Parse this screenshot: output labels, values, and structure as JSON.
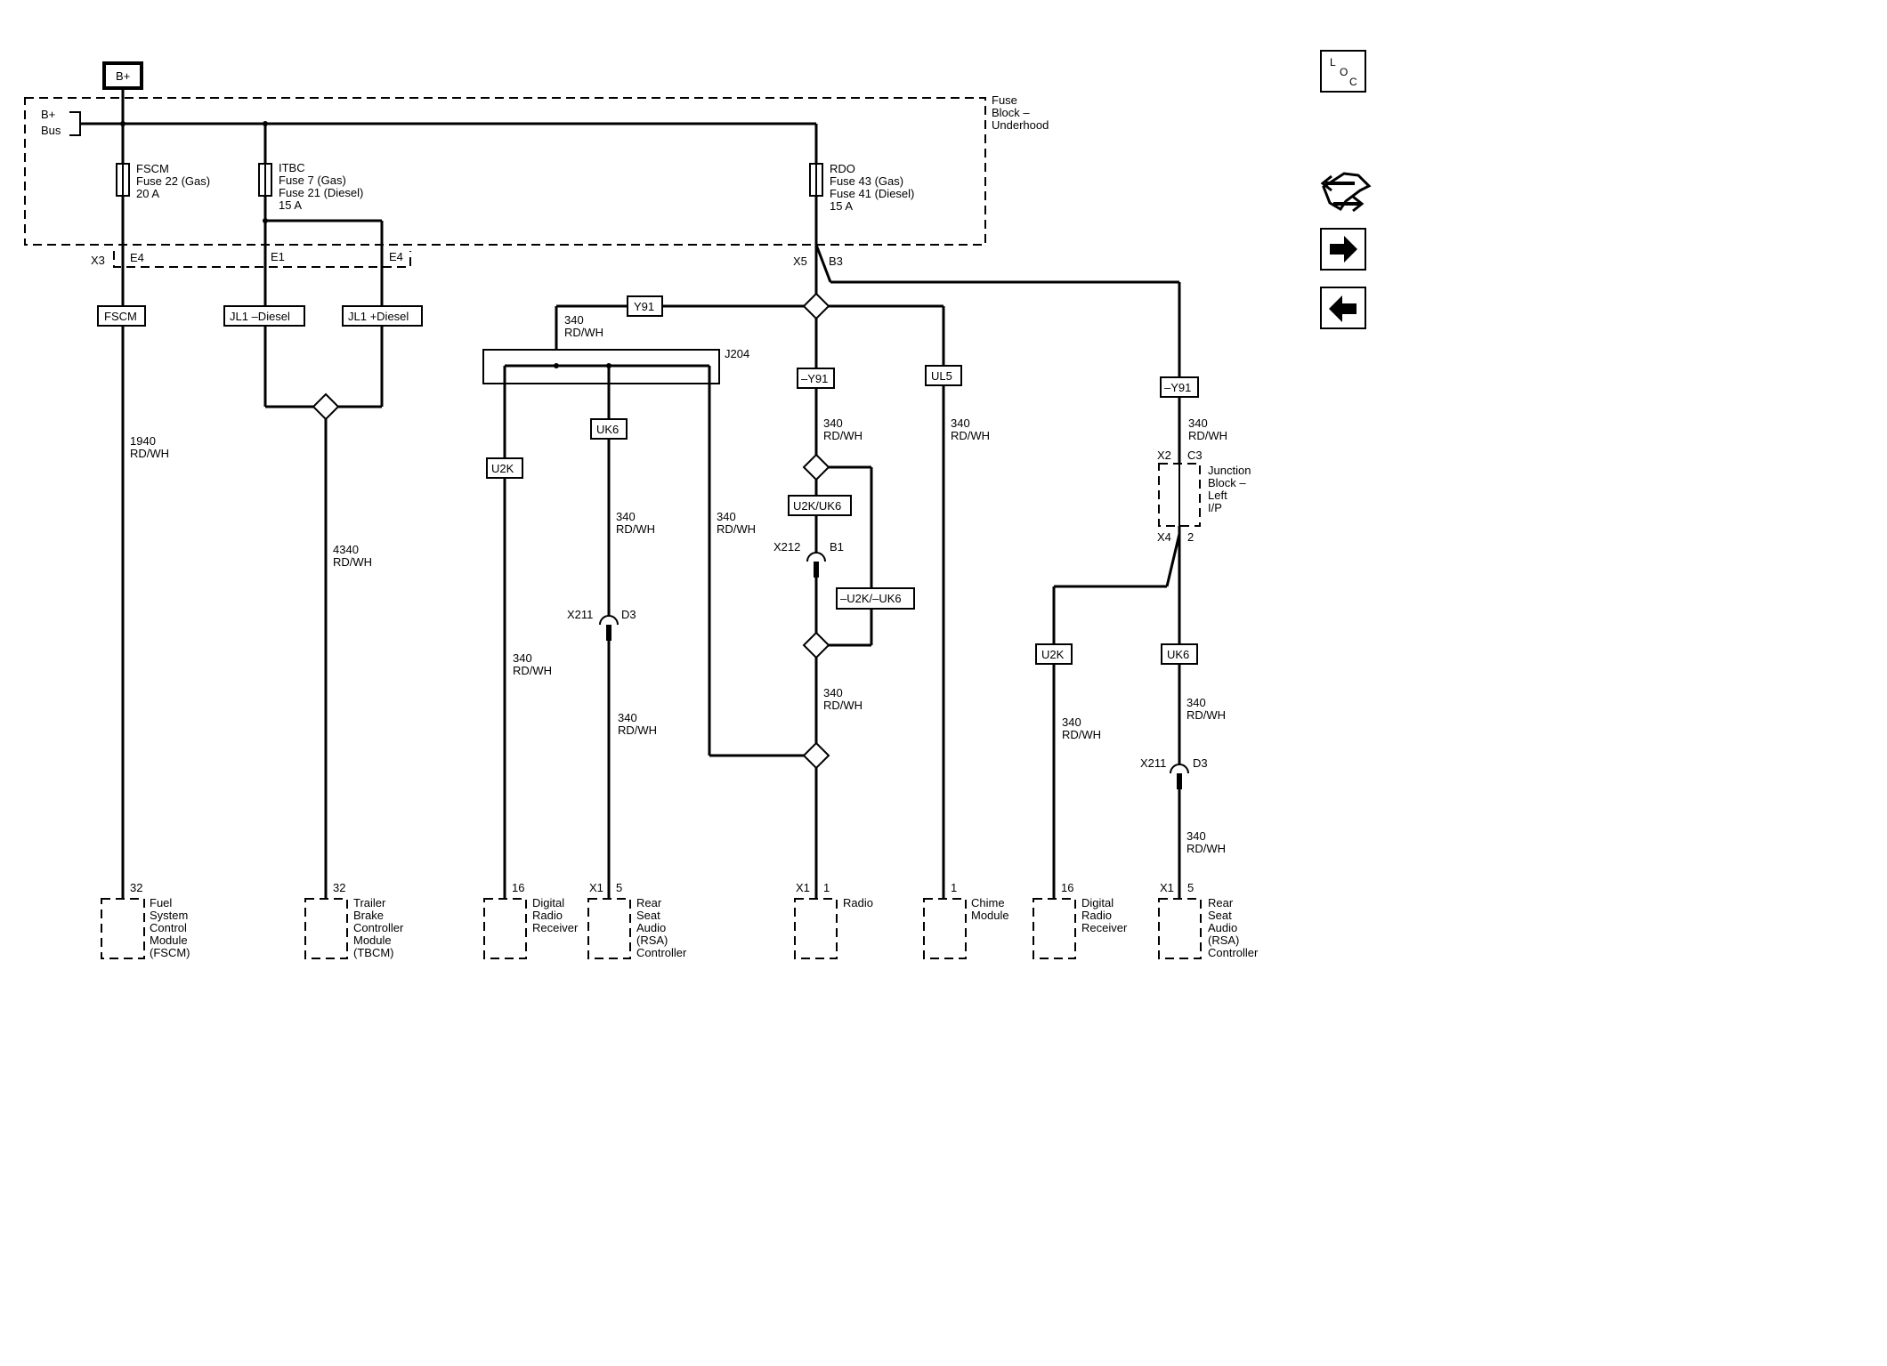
{
  "power": {
    "bplus_label": "B+",
    "bus_line1": "B+",
    "bus_line2": "Bus"
  },
  "fuse_block": {
    "line1": "Fuse",
    "line2": "Block –",
    "line3": "Underhood"
  },
  "fuses": {
    "fscm": {
      "l1": "FSCM",
      "l2": "Fuse 22 (Gas)",
      "l3": "20 A"
    },
    "itbc": {
      "l1": "ITBC",
      "l2": "Fuse 7 (Gas)",
      "l3": "Fuse 21 (Diesel)",
      "l4": "15 A"
    },
    "rdo": {
      "l1": "RDO",
      "l2": "Fuse 43 (Gas)",
      "l3": "Fuse 41 (Diesel)",
      "l4": "15 A"
    }
  },
  "connectors": {
    "x3": "X3",
    "e4a": "E4",
    "e1": "E1",
    "e4b": "E4",
    "x5": "X5",
    "b3": "B3",
    "x212": "X212",
    "b1": "B1",
    "x211a": "X211",
    "d3a": "D3",
    "x211b": "X211",
    "d3b": "D3",
    "x2": "X2",
    "c3": "C3",
    "x4": "X4",
    "pin2": "2",
    "j204": "J204"
  },
  "options": {
    "fscm": "FSCM",
    "jl1_diesel": "JL1 –Diesel",
    "jl1_plus_diesel": "JL1 +Diesel",
    "y91": "Y91",
    "not_y91": "–Y91",
    "ul5": "UL5",
    "not_y91_b": "–Y91",
    "u2k_a": "U2K",
    "uk6_a": "UK6",
    "u2k_uk6": "U2K/UK6",
    "not_u2k_uk6": "–U2K/–UK6",
    "u2k_b": "U2K",
    "uk6_b": "UK6"
  },
  "junction_block": {
    "l1": "Junction",
    "l2": "Block –",
    "l3": "Left",
    "l4": "I/P"
  },
  "wires": {
    "w1940": {
      "num": "1940",
      "color": "RD/WH"
    },
    "w4340": {
      "num": "4340",
      "color": "RD/WH"
    },
    "w340_top": {
      "num": "340",
      "color": "RD/WH"
    },
    "w340_u2k": {
      "num": "340",
      "color": "RD/WH"
    },
    "w340_uk6a": {
      "num": "340",
      "color": "RD/WH"
    },
    "w340_uk6b": {
      "num": "340",
      "color": "RD/WH"
    },
    "w340_mid": {
      "num": "340",
      "color": "RD/WH"
    },
    "w340_radio1": {
      "num": "340",
      "color": "RD/WH"
    },
    "w340_radio2": {
      "num": "340",
      "color": "RD/WH"
    },
    "w340_chime": {
      "num": "340",
      "color": "RD/WH"
    },
    "w340_jb": {
      "num": "340",
      "color": "RD/WH"
    },
    "w340_drr2": {
      "num": "340",
      "color": "RD/WH"
    },
    "w340_rsa2a": {
      "num": "340",
      "color": "RD/WH"
    },
    "w340_rsa2b": {
      "num": "340",
      "color": "RD/WH"
    }
  },
  "modules": {
    "fscm": {
      "pin": "32",
      "l1": "Fuel",
      "l2": "System",
      "l3": "Control",
      "l4": "Module",
      "l5": "(FSCM)"
    },
    "tbcm": {
      "pin": "32",
      "l1": "Trailer",
      "l2": "Brake",
      "l3": "Controller",
      "l4": "Module",
      "l5": "(TBCM)"
    },
    "drr1": {
      "pin": "16",
      "l1": "Digital",
      "l2": "Radio",
      "l3": "Receiver"
    },
    "rsa1": {
      "conn": "X1",
      "pin": "5",
      "l1": "Rear",
      "l2": "Seat",
      "l3": "Audio",
      "l4": "(RSA)",
      "l5": "Controller"
    },
    "radio": {
      "conn": "X1",
      "pin": "1",
      "l1": "Radio"
    },
    "chime": {
      "pin": "1",
      "l1": "Chime",
      "l2": "Module"
    },
    "drr2": {
      "pin": "16",
      "l1": "Digital",
      "l2": "Radio",
      "l3": "Receiver"
    },
    "rsa2": {
      "conn": "X1",
      "pin": "5",
      "l1": "Rear",
      "l2": "Seat",
      "l3": "Audio",
      "l4": "(RSA)",
      "l5": "Controller"
    }
  },
  "nav": {
    "loc_l": "L",
    "loc_o": "O",
    "loc_c": "C",
    "connector_icon": "connector-icon",
    "next_icon": "arrow-right-icon",
    "prev_icon": "arrow-left-icon"
  }
}
